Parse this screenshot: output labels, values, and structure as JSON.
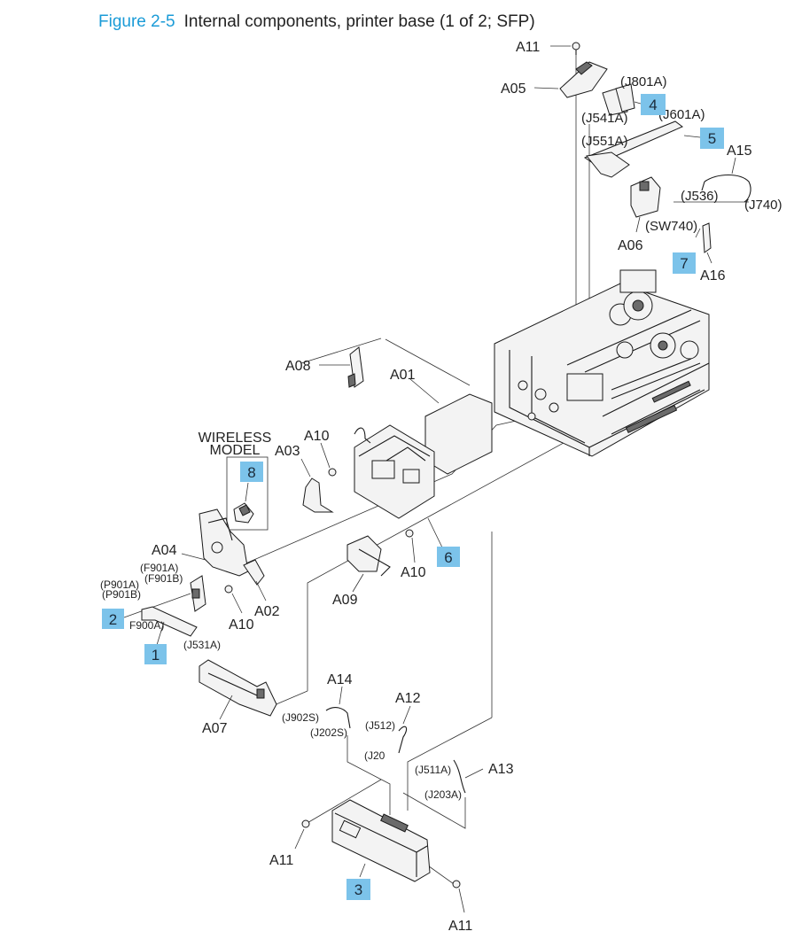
{
  "figure": {
    "number": "Figure 2-5",
    "title": "Internal components, printer base (1 of 2; SFP)"
  },
  "wireless_group": {
    "line1": "WIRELESS",
    "line2": "MODEL"
  },
  "callouts": [
    "1",
    "2",
    "3",
    "4",
    "5",
    "6",
    "7",
    "8"
  ],
  "part_labels": {
    "a01": "A01",
    "a02": "A02",
    "a03": "A03",
    "a04": "A04",
    "a05": "A05",
    "a06": "A06",
    "a07": "A07",
    "a08": "A08",
    "a09": "A09",
    "a10_top": "A10",
    "a10_mid": "A10",
    "a10_left": "A10",
    "a11_top": "A11",
    "a11_left": "A11",
    "a11_bottom": "A11",
    "a12": "A12",
    "a13": "A13",
    "a14": "A14",
    "a15": "A15",
    "a16": "A16"
  },
  "connector_labels": {
    "j801a": "(J801A)",
    "j541a": "(J541A)",
    "j601a": "(J601A)",
    "j551a": "(J551A)",
    "j536": "(J536)",
    "j740": "(J740)",
    "sw740": "(SW740)",
    "f901a": "(F901A)",
    "f901b": "(F901B)",
    "p901a": "(P901A)",
    "p901b": "(P901B)",
    "f900a": "F900A)",
    "j531a": "(J531A)",
    "j902s": "(J902S)",
    "j202s": "(J202S)",
    "j512": "(J512)",
    "j20": "(J20",
    "j511a": "(J511A)",
    "j203a": "(J203A)"
  }
}
